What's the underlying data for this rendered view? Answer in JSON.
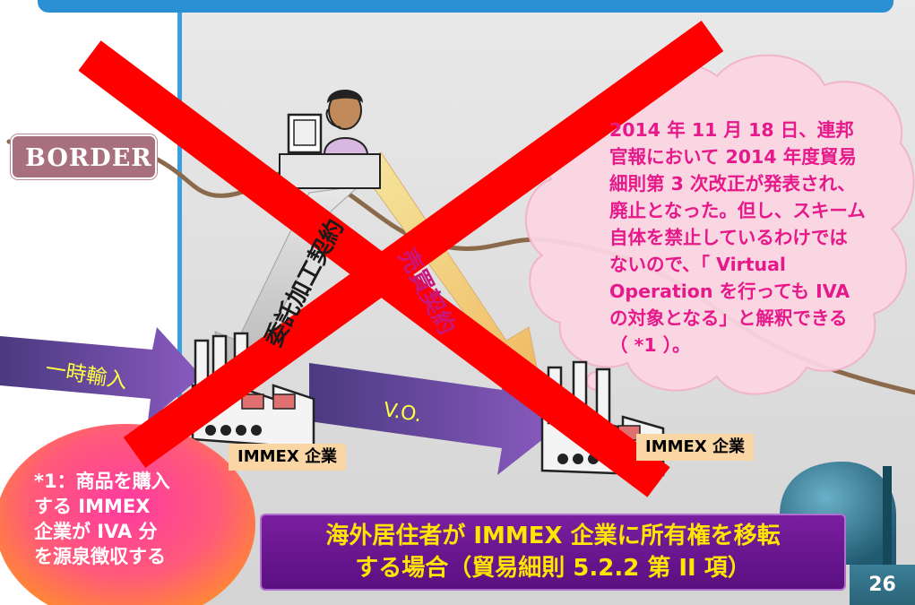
{
  "header": {},
  "border_tag": {
    "label": "BORDER"
  },
  "cloud_note": {
    "lines": [
      "2014 年 11 月 18 日、連邦",
      "官報において 2014 年度貿易",
      "細則第 3 次改正が発表され、",
      "廃止となった。但し、スキーム",
      "自体を禁止しているわけでは",
      "ないので、「 Virtual",
      "Operation を行っても IVA",
      "の対象となる」と解釈できる",
      "（ *1 ）。"
    ]
  },
  "arrows": {
    "temporary_import": "一時輸入",
    "virtual_operation": "V.O.",
    "entrust_contract": "委託加工契約",
    "sale_contract": "売買契約"
  },
  "companies": {
    "left": "IMMEX 企業",
    "right": "IMMEX 企業"
  },
  "footnote_circle": {
    "lines": [
      "*1：商品を購入",
      "する IMMEX",
      "企業が IVA 分",
      "を源泉徴収する"
    ]
  },
  "bottom_banner": {
    "lines": [
      "海外居住者が IMMEX 企業に所有権を移転",
      "する場合（貿易細則 5.2.2 第 II 項）"
    ]
  },
  "page_number": "26",
  "colors": {
    "accent_blue": "#2b8fd4",
    "cross_red": "#ff0000",
    "cloud_text_pink": "#e6198a",
    "banner_purple": "#6a1890",
    "banner_text_yellow": "#ffe600",
    "arrow_purple": "#6b4fa0",
    "label_peach": "#fad6a5"
  }
}
